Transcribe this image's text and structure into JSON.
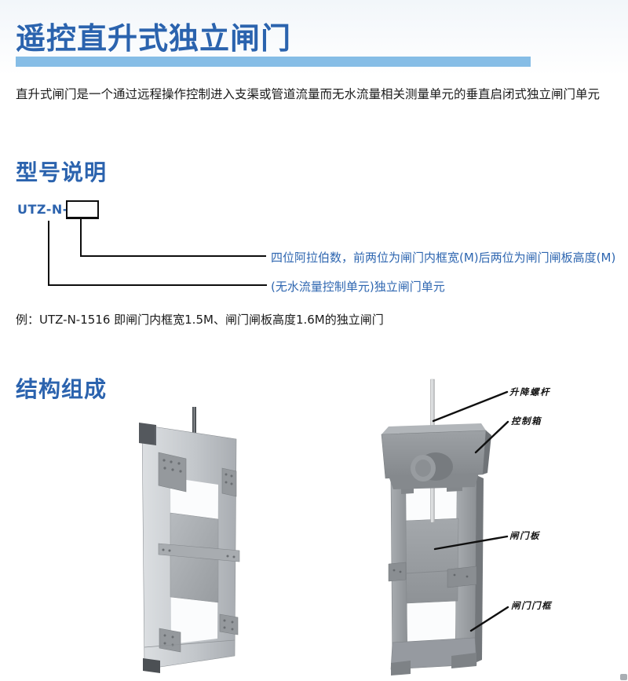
{
  "header": {
    "title": "遥控直升式独立闸门",
    "description": "直升式闸门是一个通过远程操作控制进入支渠或管道流量而无水流量相关测量单元的垂直启闭式独立闸门单元"
  },
  "model_section": {
    "heading": "型号说明",
    "model_prefix": "UTZ-N--",
    "callout_digits": "四位阿拉伯数，前两位为闸门内框宽(M)后两位为闸门闸板高度(M)",
    "callout_unit": "(无水流量控制单元)独立闸门单元",
    "example": "例：UTZ-N-1516 即闸门内框宽1.5M、闸门闸板高度1.6M的独立闸门"
  },
  "structure_section": {
    "heading": "结构组成",
    "callouts": [
      {
        "label": "升降螺杆"
      },
      {
        "label": "控制箱"
      },
      {
        "label": "闸门板"
      },
      {
        "label": "闸门门框"
      }
    ]
  },
  "colors": {
    "heading_blue": "#2b63ae",
    "divider_blue": "#86bde6",
    "callout_blue": "#2e66b0",
    "body_text": "#1a1a1a",
    "line_black": "#0d0d0d",
    "metal_gray": "#9a9ea2"
  }
}
